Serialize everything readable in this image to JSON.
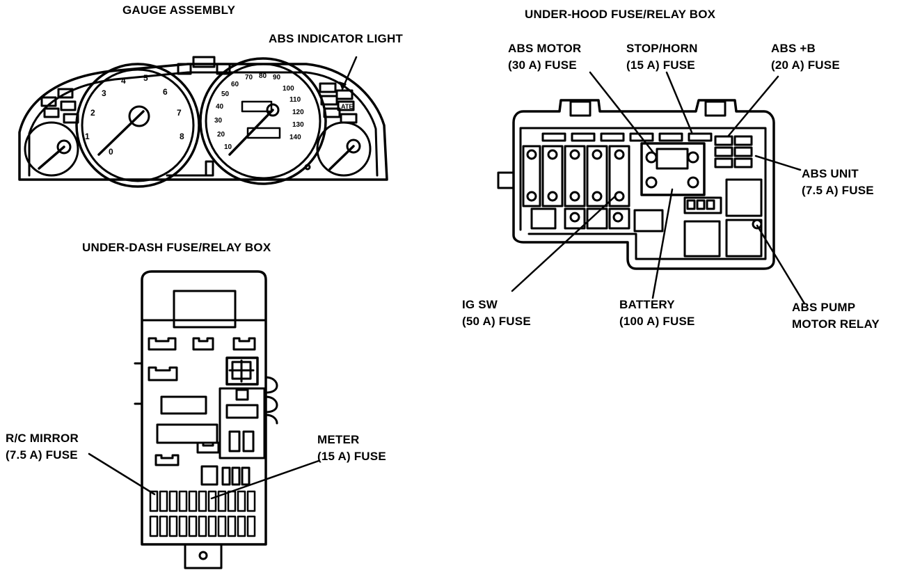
{
  "titles": {
    "gauge": "GAUGE ASSEMBLY",
    "underhood": "UNDER-HOOD FUSE/RELAY BOX",
    "underdash": "UNDER-DASH FUSE/RELAY BOX"
  },
  "callouts": {
    "abs_indicator": "ABS INDICATOR LIGHT",
    "abs_motor": [
      "ABS MOTOR",
      "(30 A) FUSE"
    ],
    "stop_horn": [
      "STOP/HORN",
      "(15 A) FUSE"
    ],
    "abs_b": [
      "ABS +B",
      "(20 A) FUSE"
    ],
    "abs_unit": [
      "ABS UNIT",
      "(7.5 A) FUSE"
    ],
    "ig_sw": [
      "IG SW",
      "(50 A) FUSE"
    ],
    "battery": [
      "BATTERY",
      "(100 A) FUSE"
    ],
    "abs_pump": [
      "ABS PUMP",
      "MOTOR RELAY"
    ],
    "rc_mirror": [
      "R/C MIRROR",
      "(7.5 A) FUSE"
    ],
    "meter": [
      "METER",
      "(15 A) FUSE"
    ]
  },
  "gauges": {
    "tach_numbers": [
      "0",
      "1",
      "2",
      "3",
      "4",
      "5",
      "6",
      "7",
      "8"
    ],
    "speedo_numbers": [
      "10",
      "20",
      "30",
      "40",
      "50",
      "60",
      "70",
      "80",
      "90",
      "100",
      "110",
      "120",
      "130",
      "140"
    ],
    "ate_label": "ATE"
  },
  "colors": {
    "ink": "#000000",
    "paper": "#ffffff"
  }
}
